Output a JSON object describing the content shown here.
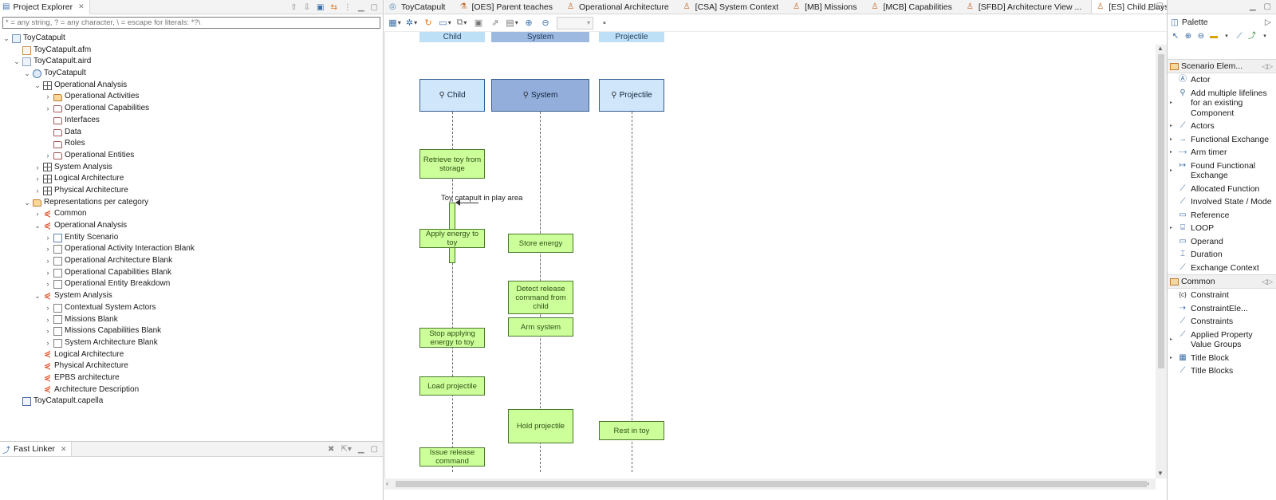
{
  "explorer": {
    "title": "Project Explorer",
    "filter_placeholder": "* = any string, ? = any character, \\ = escape for literals: *?\\",
    "tree": [
      {
        "depth": 0,
        "twisty": "open",
        "icon": "project-icon",
        "label": "ToyCatapult"
      },
      {
        "depth": 1,
        "twisty": "none",
        "icon": "afm-file-icon",
        "label": "ToyCatapult.afm"
      },
      {
        "depth": 1,
        "twisty": "open",
        "icon": "aird-file-icon",
        "label": "ToyCatapult.aird"
      },
      {
        "depth": 2,
        "twisty": "open",
        "icon": "model-icon",
        "label": "ToyCatapult"
      },
      {
        "depth": 3,
        "twisty": "open",
        "icon": "grid-icon",
        "label": "Operational Analysis"
      },
      {
        "depth": 4,
        "twisty": "closed",
        "icon": "folder-icon",
        "label": "Operational Activities"
      },
      {
        "depth": 4,
        "twisty": "closed",
        "icon": "folder-empty-icon",
        "label": "Operational Capabilities"
      },
      {
        "depth": 4,
        "twisty": "none",
        "icon": "folder-empty-icon",
        "label": "Interfaces"
      },
      {
        "depth": 4,
        "twisty": "none",
        "icon": "folder-empty-icon",
        "label": "Data"
      },
      {
        "depth": 4,
        "twisty": "none",
        "icon": "folder-empty-icon",
        "label": "Roles"
      },
      {
        "depth": 4,
        "twisty": "closed",
        "icon": "folder-empty-icon",
        "label": "Operational Entities"
      },
      {
        "depth": 3,
        "twisty": "closed",
        "icon": "grid-icon",
        "label": "System Analysis"
      },
      {
        "depth": 3,
        "twisty": "closed",
        "icon": "grid-icon",
        "label": "Logical Architecture"
      },
      {
        "depth": 3,
        "twisty": "closed",
        "icon": "grid-icon",
        "label": "Physical Architecture"
      },
      {
        "depth": 2,
        "twisty": "open",
        "icon": "folder-icon",
        "label": "Representations per category"
      },
      {
        "depth": 3,
        "twisty": "closed",
        "icon": "category-icon",
        "label": "Common"
      },
      {
        "depth": 3,
        "twisty": "open",
        "icon": "category-icon",
        "label": "Operational Analysis"
      },
      {
        "depth": 4,
        "twisty": "closed",
        "icon": "scenario-icon",
        "label": "Entity Scenario"
      },
      {
        "depth": 4,
        "twisty": "closed",
        "icon": "document-icon",
        "label": "Operational Activity Interaction Blank"
      },
      {
        "depth": 4,
        "twisty": "closed",
        "icon": "document-icon",
        "label": "Operational Architecture Blank"
      },
      {
        "depth": 4,
        "twisty": "closed",
        "icon": "document-icon",
        "label": "Operational Capabilities Blank"
      },
      {
        "depth": 4,
        "twisty": "closed",
        "icon": "document-icon",
        "label": "Operational Entity Breakdown"
      },
      {
        "depth": 3,
        "twisty": "open",
        "icon": "category-icon",
        "label": "System Analysis"
      },
      {
        "depth": 4,
        "twisty": "closed",
        "icon": "document-icon",
        "label": "Contextual System Actors"
      },
      {
        "depth": 4,
        "twisty": "closed",
        "icon": "document-icon",
        "label": "Missions Blank"
      },
      {
        "depth": 4,
        "twisty": "closed",
        "icon": "document-icon",
        "label": "Missions Capabilities Blank"
      },
      {
        "depth": 4,
        "twisty": "closed",
        "icon": "document-icon",
        "label": "System Architecture Blank"
      },
      {
        "depth": 3,
        "twisty": "none",
        "icon": "category-icon",
        "label": "Logical Architecture"
      },
      {
        "depth": 3,
        "twisty": "none",
        "icon": "category-icon",
        "label": "Physical Architecture"
      },
      {
        "depth": 3,
        "twisty": "none",
        "icon": "category-icon",
        "label": "EPBS architecture"
      },
      {
        "depth": 3,
        "twisty": "none",
        "icon": "category-icon",
        "label": "Architecture Description"
      },
      {
        "depth": 1,
        "twisty": "none",
        "icon": "capella-file-icon",
        "label": "ToyCatapult.capella"
      }
    ]
  },
  "fast_linker": {
    "title": "Fast Linker"
  },
  "editor": {
    "tabs": [
      {
        "label": "ToyCatapult",
        "icon": "model-icon",
        "active": false
      },
      {
        "label": "[OES] Parent teaches",
        "icon": "scenario-icon",
        "active": false
      },
      {
        "label": "Operational Architecture",
        "icon": "diagram-icon",
        "active": false
      },
      {
        "label": "[CSA] System Context",
        "icon": "diagram-icon",
        "active": false
      },
      {
        "label": "[MB] Missions",
        "icon": "diagram-icon",
        "active": false
      },
      {
        "label": "[MCB] Capabilities",
        "icon": "diagram-icon",
        "active": false
      },
      {
        "label": "[SFBD] Architecture View ...",
        "icon": "diagram-icon",
        "active": false
      },
      {
        "label": "[ES] Child Plays Scenario",
        "icon": "diagram-icon",
        "active": true
      }
    ],
    "zoom_value": ""
  },
  "diagram": {
    "header_chips": {
      "child": "Child",
      "system": "System",
      "projectile": "Projectile"
    },
    "lifelines": {
      "child": "Child",
      "system": "System",
      "projectile": "Projectile"
    },
    "functions": {
      "retrieve": "Retrieve toy from storage",
      "apply_energy": "Apply energy to toy",
      "store_energy": "Store energy",
      "detect_release": "Detect release command from child",
      "arm_system": "Arm system",
      "stop_applying": "Stop applying energy to toy",
      "load_projectile": "Load projectile",
      "hold_projectile": "Hold projectile",
      "rest_in_toy": "Rest in toy",
      "issue_release": "Issue release command"
    },
    "message": "Toy catapult in play area"
  },
  "palette": {
    "title": "Palette",
    "drawers": {
      "scenario": "Scenario Elem...",
      "common": "Common"
    },
    "scenario_items": [
      {
        "label": "Actor",
        "icon": "actor-icon",
        "expandable": false
      },
      {
        "label": "Add multiple lifelines for an existing Component",
        "icon": "lifeline-icon",
        "expandable": true
      },
      {
        "label": "Actors",
        "icon": "actors-icon",
        "expandable": true
      },
      {
        "label": "Functional Exchange",
        "icon": "arrow-icon",
        "expandable": true
      },
      {
        "label": "Arm timer",
        "icon": "timer-icon",
        "expandable": true
      },
      {
        "label": "Found Functional Exchange",
        "icon": "found-exchange-icon",
        "expandable": true
      },
      {
        "label": "Allocated Function",
        "icon": "function-icon",
        "expandable": false
      },
      {
        "label": "Involved State / Mode",
        "icon": "state-icon",
        "expandable": false
      },
      {
        "label": "Reference",
        "icon": "reference-icon",
        "expandable": false
      },
      {
        "label": "LOOP",
        "icon": "loop-icon",
        "expandable": true
      },
      {
        "label": "Operand",
        "icon": "operand-icon",
        "expandable": false
      },
      {
        "label": "Duration",
        "icon": "duration-icon",
        "expandable": false
      },
      {
        "label": "Exchange Context",
        "icon": "context-icon",
        "expandable": false
      }
    ],
    "common_items": [
      {
        "label": "Constraint",
        "icon": "constraint-icon",
        "expandable": false
      },
      {
        "label": "ConstraintEle...",
        "icon": "dotted-arrow-icon",
        "expandable": false
      },
      {
        "label": "Constraints",
        "icon": "constraints-icon",
        "expandable": false
      },
      {
        "label": "Applied Property Value Groups",
        "icon": "property-icon",
        "expandable": true
      },
      {
        "label": "Title Block",
        "icon": "table-icon",
        "expandable": true
      },
      {
        "label": "Title Blocks",
        "icon": "title-blocks-icon",
        "expandable": false
      }
    ]
  },
  "colors": {
    "function_fill": "#ccff99",
    "child_lifeline": "#cfe6fb",
    "system_lifeline": "#93aedb"
  }
}
